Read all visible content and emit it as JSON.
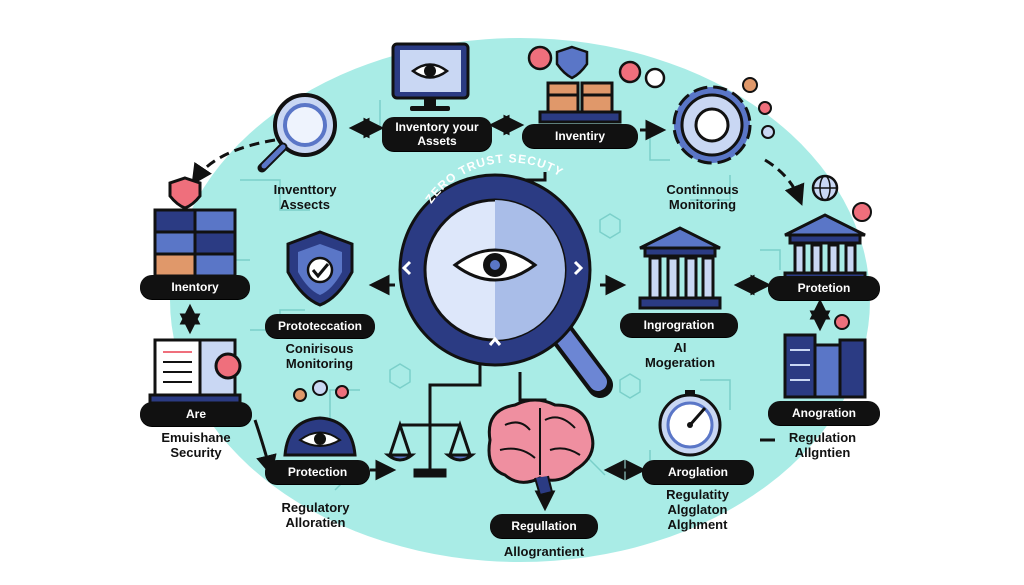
{
  "colors": {
    "background_circle": "#a9ece6",
    "ink": "#111111",
    "navy": "#2b3b83",
    "blue": "#5a76c7",
    "light_blue": "#c9d7f3",
    "orange": "#e0986a",
    "pink": "#ef6f7c"
  },
  "center_ring_text": "ZERO TRUST SECUTY",
  "pills": {
    "inventory_assets_top": "Inventory your\nAssets",
    "inventory_top": "Inventiry",
    "inventory_left": "Inentory",
    "protection_left": "Prototeccation",
    "integration_right": "Ingrogration",
    "protection_right": "Protetion",
    "are_left": "Are",
    "protection_bottom": "Protection",
    "regulation_bottom": "Regullation",
    "aroglation_bottom": "Aroglation",
    "anogration_right": "Anogration"
  },
  "labels": {
    "inventory_assects": "Inventtory\nAssects",
    "continuous_monitoring": "Continnous\nMonitoring",
    "conirisous_monitoring": "Conirisous\nMonitoring",
    "ai_mogeration": "AI\nMogeration",
    "emuishane_security": "Emuishane\nSecurity",
    "regulation_allgntien": "Regulation\nAllgntien",
    "regulatory_alloratien": "Regulatory\nAlloratien",
    "regulatity": "Regulatity\nAlgglaton\nAlghment",
    "allograntient": "Allograntient"
  },
  "icons": [
    "monitor-eye-icon",
    "magnifier-icon",
    "boxes-icon",
    "gear-icon",
    "shield-icon",
    "server-stack-icon",
    "shield-check-icon",
    "bank-building-icon",
    "book-icon",
    "eye-dome-icon",
    "scales-icon",
    "brain-icon",
    "gauge-icon",
    "globe-icon",
    "magnifying-glass-eye-icon"
  ]
}
